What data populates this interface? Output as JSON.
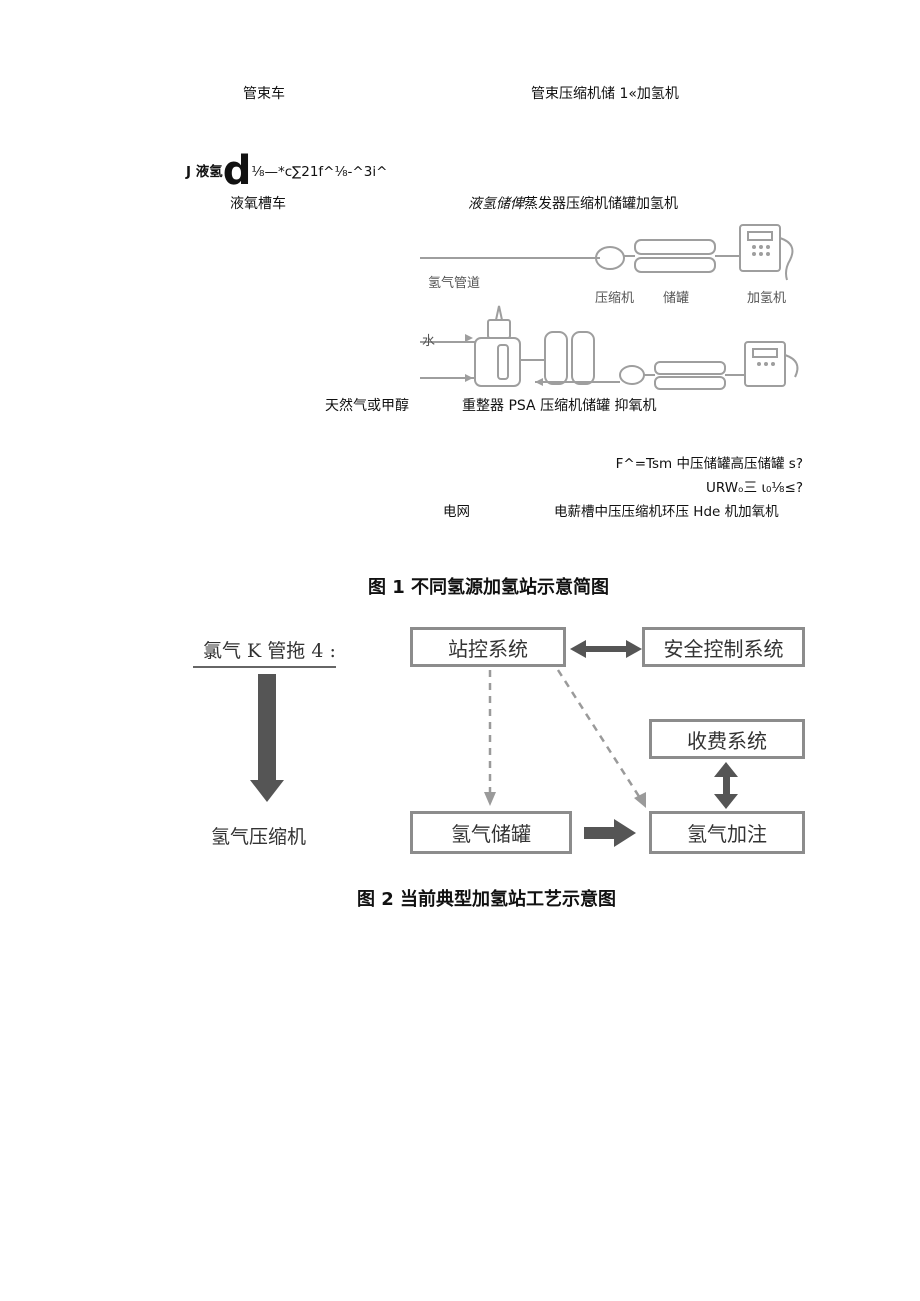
{
  "fig1": {
    "row1_left": "管束车",
    "row1_right": "管束压缩机储 1«加氢机",
    "row2_garble_prefix": "J 液氢",
    "row2_garble_big": "d",
    "row2_garble_suffix": "⅛—*c∑21f^⅛-^3i^",
    "row3_left": "液氧槽车",
    "row3_italic": "液氢储俾",
    "row3_right": "蒸发器压缩机储罐加氢机",
    "diagram": {
      "pipe_label": "氢气管道",
      "compressor": "压缩机",
      "storage": "储罐",
      "dispenser": "加氢机",
      "water": "水"
    },
    "row_ng_left": "天然气或甲醇",
    "row_ng_right": "重整器  PSA 压缩机储罐  抑氧机",
    "line_a": "F^=Tsm 中压储罐高压储罐 s?",
    "line_b": "URWₒ三 ι₀⅛≤?",
    "grid_left": "电网",
    "grid_right": "电薪槽中压压缩机环压 Hde 机加氧机",
    "caption": "图 1 不同氢源加氢站示意简图"
  },
  "fig2": {
    "left_top": "氯气 K 管拖 4 :",
    "left_bottom": "氢气压缩机",
    "station_control": "站控系统",
    "safety_control": "安全控制系统",
    "billing": "收费系统",
    "storage_tank": "氢气储罐",
    "refueling": "氢气加注",
    "caption": "图 2 当前典型加氢站工艺示意图"
  },
  "colors": {
    "box_border": "#8c8c8c",
    "arrow": "#555555",
    "dashed": "#9a9a9a",
    "diagram_line": "#9e9e9e"
  }
}
